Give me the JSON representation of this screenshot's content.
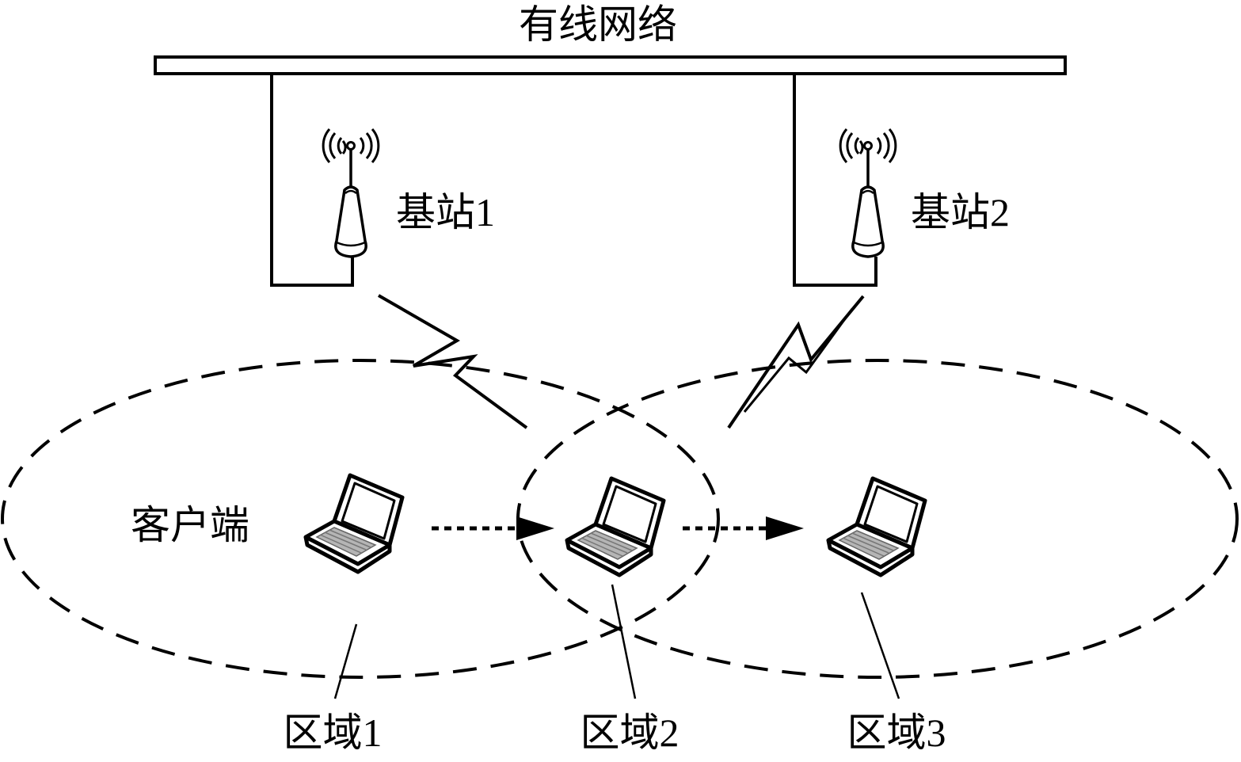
{
  "diagram": {
    "wired_network_label": "有线网络",
    "base_stations": [
      {
        "label": "基站1"
      },
      {
        "label": "基站2"
      }
    ],
    "client_label": "客户端",
    "zones": [
      {
        "label": "区域1"
      },
      {
        "label": "区域2"
      },
      {
        "label": "区域3"
      }
    ],
    "colors": {
      "stroke": "#000000",
      "background": "#ffffff",
      "keyboard": "#9a9a9a"
    },
    "icons": [
      "antenna-icon",
      "laptop-icon",
      "lightning-bolt-icon",
      "dotted-arrow-icon"
    ]
  }
}
